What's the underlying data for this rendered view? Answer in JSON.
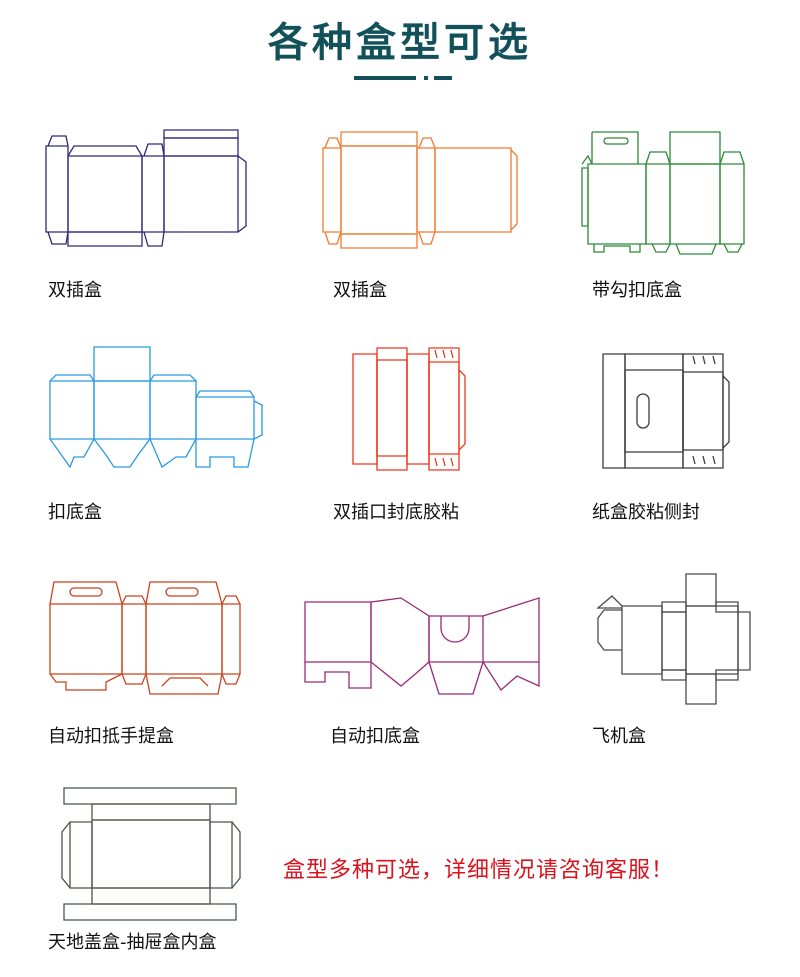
{
  "header": {
    "title": "各种盒型可选"
  },
  "colors": {
    "title": "#12505a",
    "note": "#d9121c",
    "navy": "#2e2a78",
    "orange": "#f07a2e",
    "green": "#2f8a38",
    "blue": "#2a9ae0",
    "red": "#e8391f",
    "dark_gray": "#3c3c3c",
    "brown": "#c9441d",
    "purple": "#9a2a78",
    "gray": "#4a4a4a",
    "slate": "#4a564a"
  },
  "boxes": [
    {
      "label": "双插盒",
      "icon": "tuck-end-box-icon"
    },
    {
      "label": "双插盒",
      "icon": "tuck-end-box-icon"
    },
    {
      "label": "带勾扣底盒",
      "icon": "hanger-lock-bottom-box-icon"
    },
    {
      "label": "扣底盒",
      "icon": "lock-bottom-box-icon"
    },
    {
      "label": "双插口封底胶粘",
      "icon": "tuck-glued-bottom-box-icon"
    },
    {
      "label": "纸盒胶粘侧封",
      "icon": "side-glued-box-icon"
    },
    {
      "label": "自动扣抵手提盒",
      "icon": "auto-bottom-handle-box-icon"
    },
    {
      "label": "自动扣底盒",
      "icon": "auto-lock-bottom-box-icon"
    },
    {
      "label": "飞机盒",
      "icon": "mailer-box-icon"
    },
    {
      "label": "天地盖盒-抽屉盒内盒",
      "icon": "lid-base-drawer-box-icon"
    }
  ],
  "note": "盒型多种可选，详细情况请咨询客服！"
}
